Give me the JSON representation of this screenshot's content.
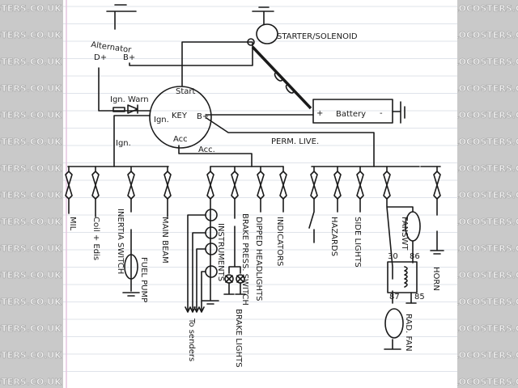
{
  "watermark": "LOCOSTERS.CO.UK",
  "colors": {
    "paper": "#ffffff",
    "ink": "#1a1a1a",
    "rule": "#dfe3ea",
    "margin": "#e6c6e0",
    "side": "#c9c9c9"
  },
  "top": {
    "alternator": "Alternator",
    "d_plus": "D+",
    "b_plus": "B+",
    "starter": "STARTER/SOLENOID",
    "battery_plus": "+",
    "battery": "Battery",
    "battery_minus": "-",
    "ign_warn": "Ign. Warn",
    "key": "KEY",
    "start": "Start",
    "ign": "Ign.",
    "key_b_plus": "B+",
    "acc_terminal": "Acc",
    "ign_feed": "Ign.",
    "acc_feed": "Acc.",
    "perm_live": "PERM. LIVE."
  },
  "circuits": {
    "mil": "MIL",
    "coil": "Coil + Edis",
    "inertia": "INERTIA SWITCH",
    "fuel_pump": "FUEL PUMP",
    "main_beam": "MAIN BEAM",
    "instruments": "INSTRUMENTS",
    "to_senders": "To senders",
    "brake_switch": "BRAKE PRESS. SWITCH",
    "brake_lights": "BRAKE LIGHTS",
    "dipped": "DIPPED HEADLIGHTS",
    "indicators": "INDICATORS",
    "hazards": "HAZARDS",
    "side_lights": "SIDE LIGHTS",
    "fan_switch": "FANSWT",
    "rad_fan": "RAD. FAN",
    "horn": "HORN",
    "relay_30": "30",
    "relay_86": "86",
    "relay_87": "87",
    "relay_85": "85"
  }
}
